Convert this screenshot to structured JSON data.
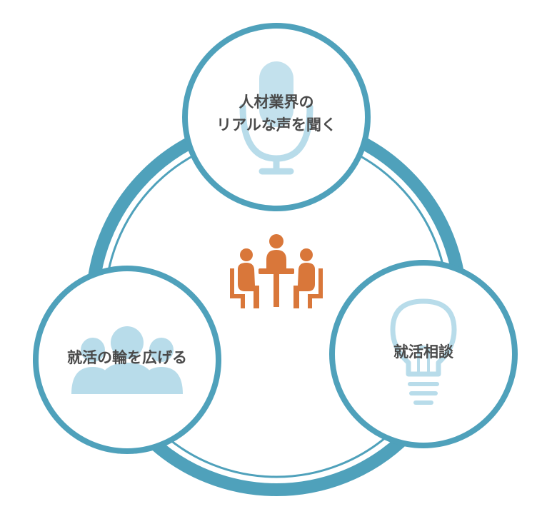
{
  "colors": {
    "ring": "#4fa1bb",
    "node_border": "#4fa1bb",
    "icon_light": "#b8dcea",
    "center_icon": "#d9773a",
    "text": "#4a4a4a",
    "background": "#ffffff"
  },
  "center": {
    "icon": "meeting-people-icon"
  },
  "nodes": [
    {
      "id": "top",
      "icon": "microphone-icon",
      "label_line1": "人材業界の",
      "label_line2": "リアルな声を聞く"
    },
    {
      "id": "left",
      "icon": "people-group-icon",
      "label_line1": "就活の輪を広げる"
    },
    {
      "id": "right",
      "icon": "lightbulb-icon",
      "label_line1": "就活相談"
    }
  ]
}
